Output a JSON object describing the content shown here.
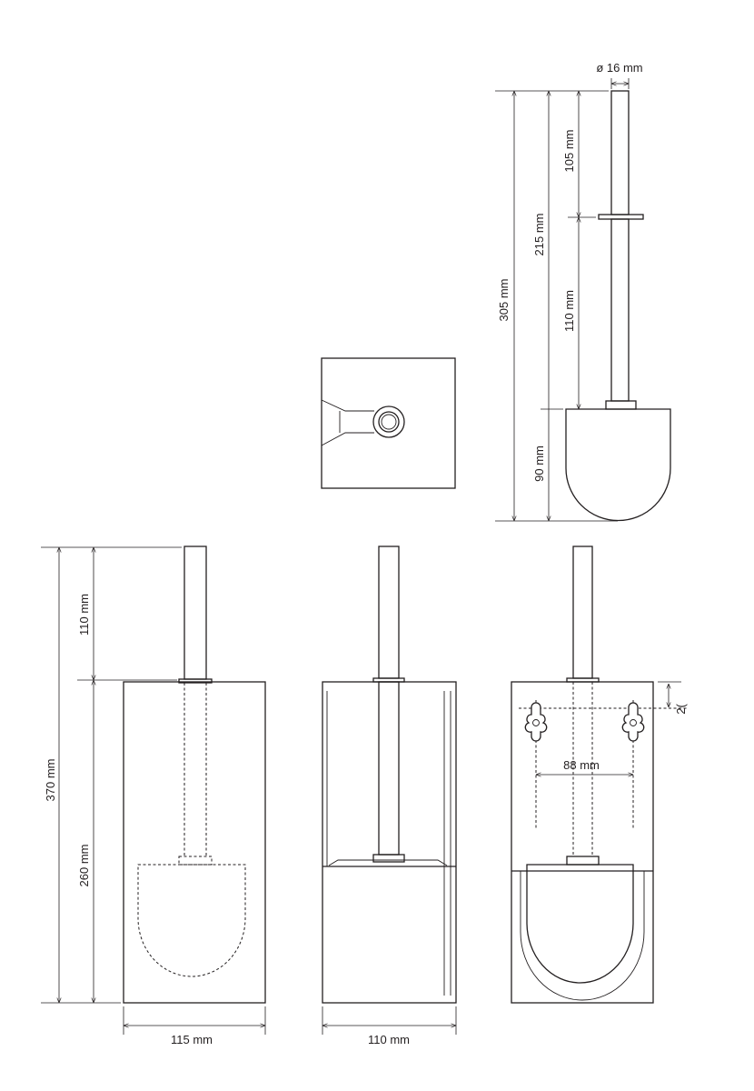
{
  "dimensions": {
    "diameter": "ø 16 mm",
    "brush_total_height": "305 mm",
    "brush_handle_length": "215 mm",
    "handle_top_segment": "105 mm",
    "handle_lower_segment": "110 mm",
    "brush_head_height": "90 mm",
    "overall_height": "370 mm",
    "handle_protrusion": "110 mm",
    "holder_height": "260 mm",
    "holder_width_front": "115 mm",
    "holder_width_side": "110 mm",
    "mounting_hole_spacing": "88 mm",
    "mounting_hole_offset_cut": "2("
  }
}
